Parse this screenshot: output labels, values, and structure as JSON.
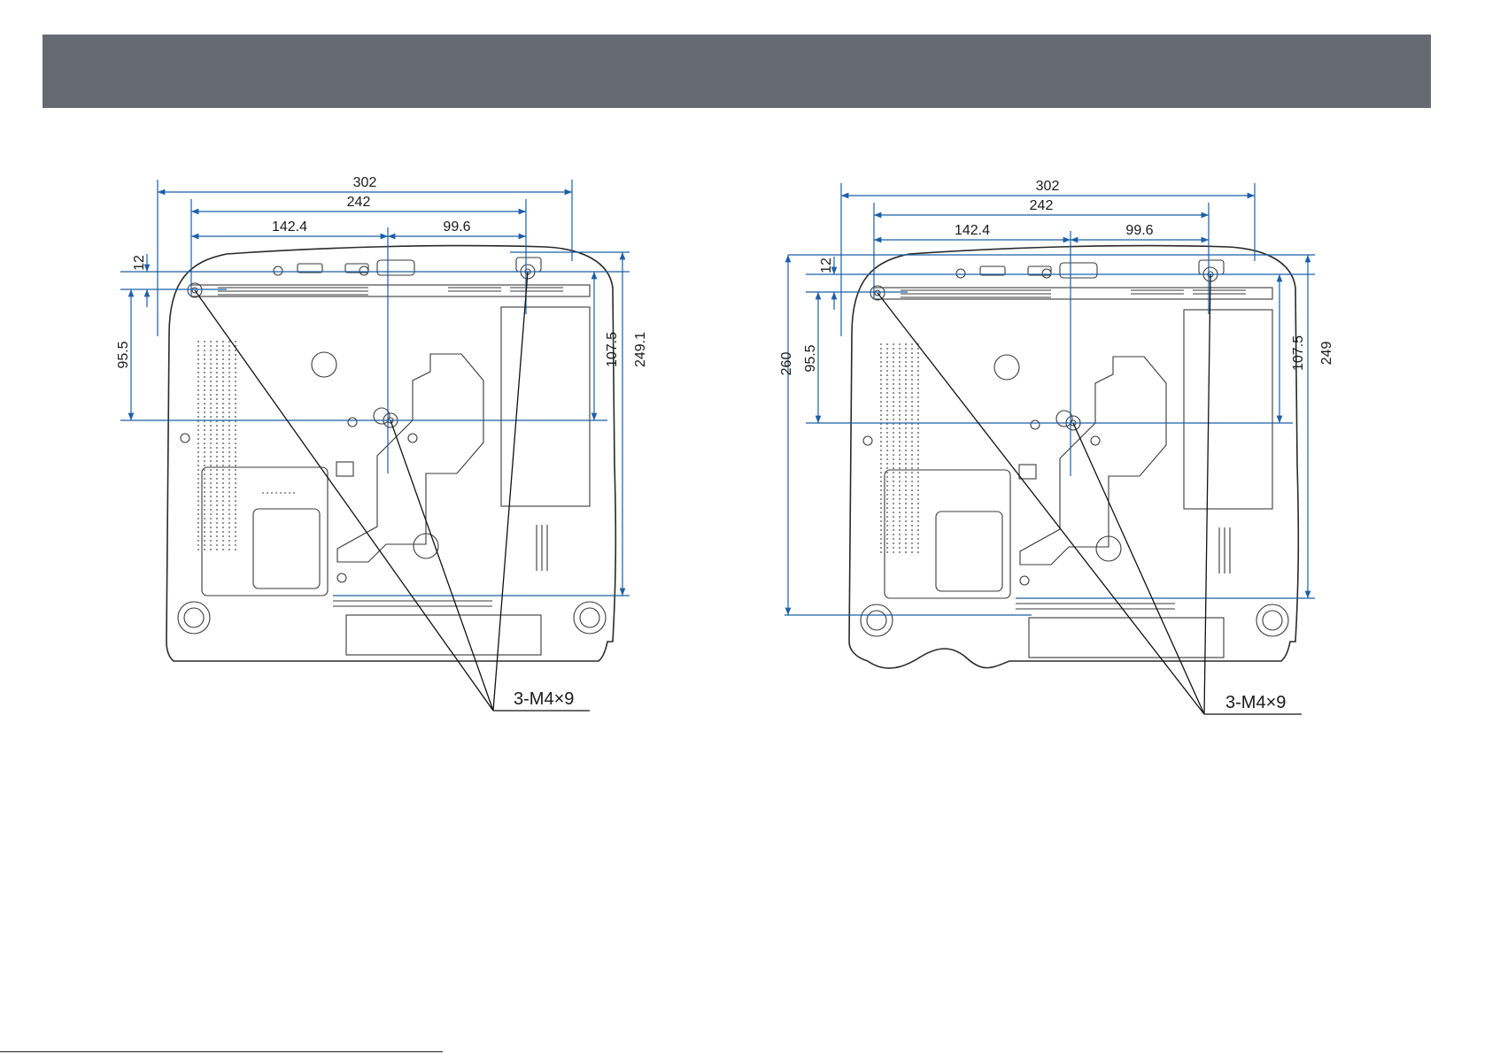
{
  "diagrams": [
    {
      "dims": {
        "overall_width": "302",
        "hole_span": "242",
        "left_offset": "142.4",
        "right_offset": "99.6",
        "top_margin": "12",
        "left_height": "95.5",
        "right_height": "107.5",
        "overall_depth": "249.1"
      },
      "callout": "3-M4×9"
    },
    {
      "dims": {
        "overall_width": "302",
        "hole_span": "242",
        "left_offset": "142.4",
        "right_offset": "99.6",
        "top_margin": "12",
        "left_height": "95.5",
        "right_height": "107.5",
        "overall_depth": "249",
        "total_depth": "260"
      },
      "callout": "3-M4×9"
    }
  ],
  "colors": {
    "header": "#666a73",
    "dimension": "#1b5fa8",
    "outline": "#2a2a2a"
  }
}
